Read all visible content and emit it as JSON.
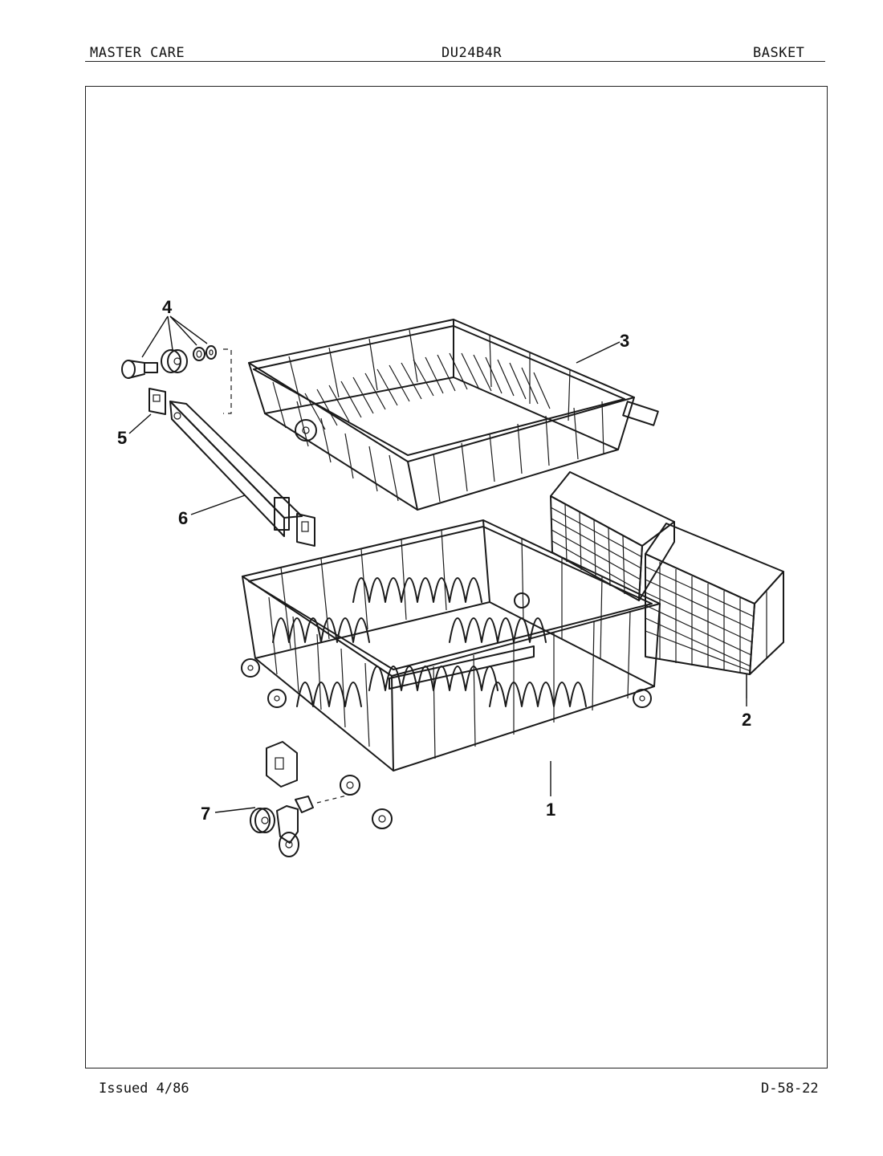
{
  "header": {
    "left": "MASTER CARE",
    "center": "DU24B4R",
    "right": "BASKET"
  },
  "footer": {
    "issued": "Issued 4/86",
    "page_code": "D-58-22"
  },
  "callouts": {
    "c1": "1",
    "c2": "2",
    "c3": "3",
    "c4": "4",
    "c5": "5",
    "c6": "6",
    "c7": "7"
  }
}
